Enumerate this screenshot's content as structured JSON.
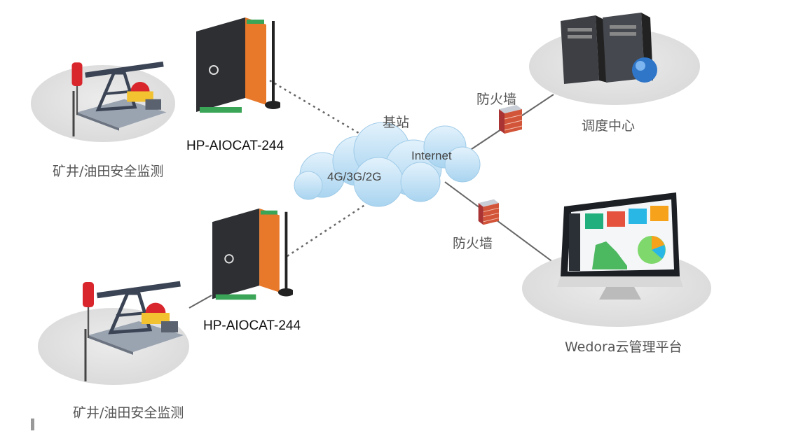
{
  "sites": [
    {
      "label": "矿井/油田安全监测",
      "device": "HP-AIOCAT-244"
    },
    {
      "label": "矿井/油田安全监测",
      "device": "HP-AIOCAT-244"
    }
  ],
  "network": {
    "base_station": "基站",
    "internet": "Internet",
    "cellular": "4G/3G/2G"
  },
  "firewalls": [
    "防火墙",
    "防火墙"
  ],
  "endpoints": {
    "dispatch_center": "调度中心",
    "cloud_platform": "Wedora云管理平台"
  },
  "colors": {
    "cloud": "#bfe0f5",
    "router_orange": "#e8782a",
    "router_body": "#2e2f33",
    "firewall": "#c8462e",
    "pump_red": "#d8262c",
    "ellipse": "#e4e4e4"
  }
}
